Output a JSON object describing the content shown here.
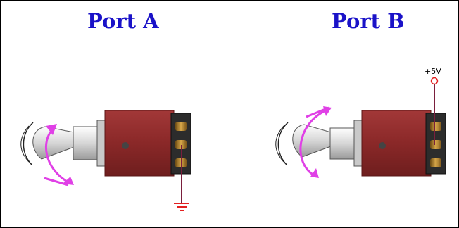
{
  "ports": [
    {
      "title": "Port A",
      "connection": "ground"
    },
    {
      "title": "Port B",
      "connection": "supply",
      "supply_label": "+5V"
    }
  ],
  "colors": {
    "title": "#1a12c8",
    "switch_body": "#8e2a2a",
    "arrow": "#e040e6",
    "wire": "#7a1f3d",
    "supply_node": "#e32020",
    "ground_symbol": "#e32020"
  }
}
